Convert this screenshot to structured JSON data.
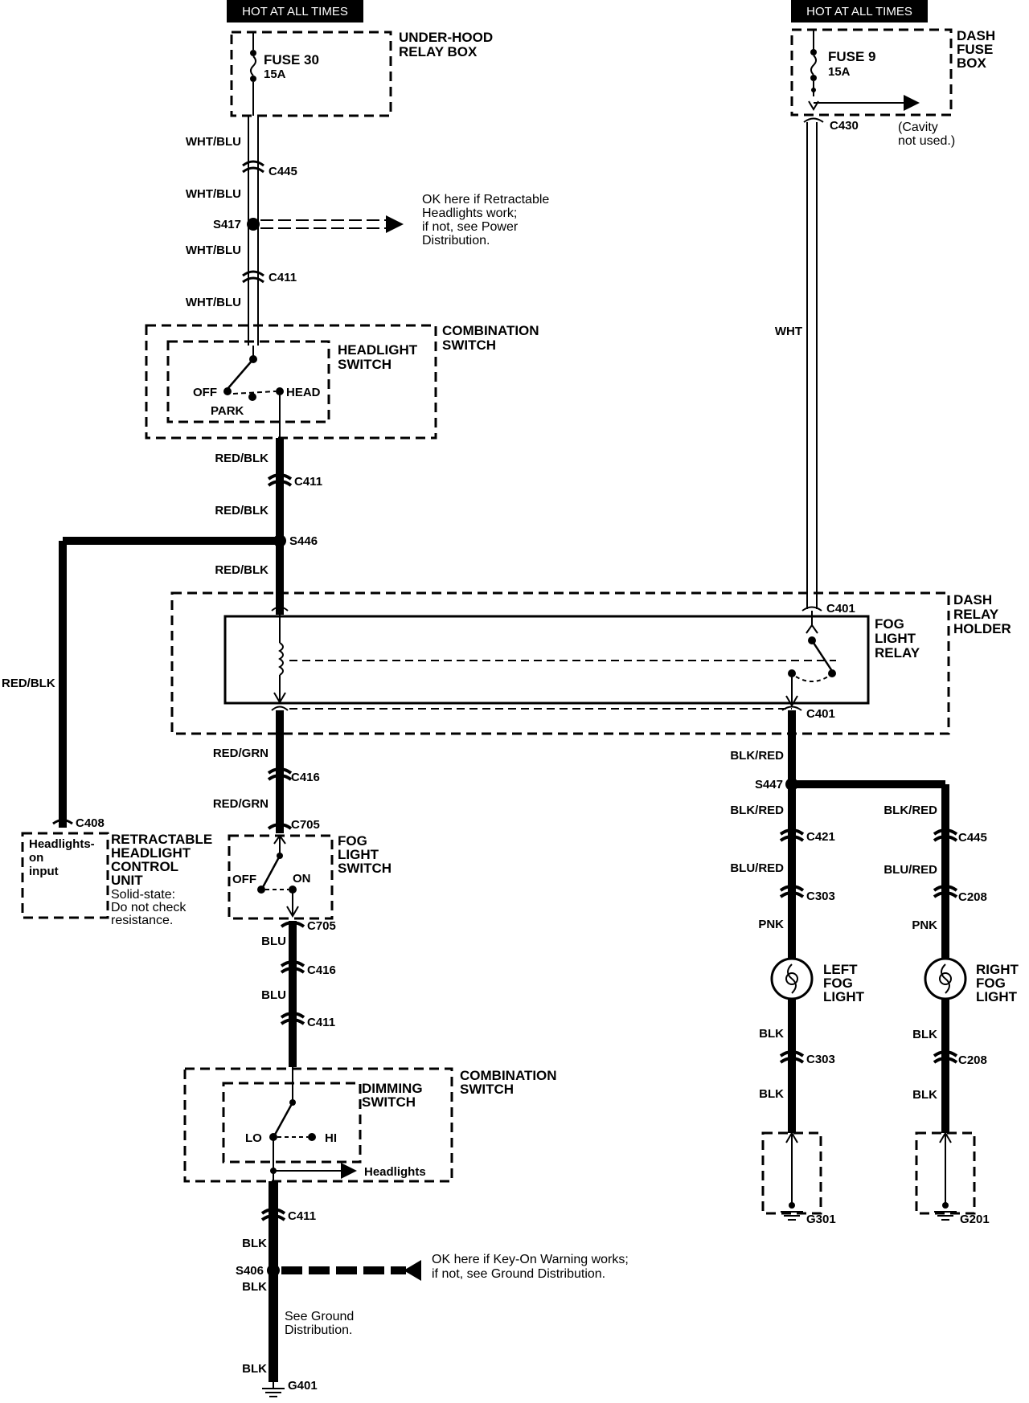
{
  "title_badges": [
    "HOT AT ALL TIMES",
    "HOT AT ALL TIMES"
  ],
  "fuses": {
    "fuse30": {
      "name": "FUSE 30",
      "rating": "15A"
    },
    "fuse9": {
      "name": "FUSE 9",
      "rating": "15A"
    }
  },
  "components": {
    "under_hood_relay_box": [
      "UNDER-HOOD",
      "RELAY BOX"
    ],
    "dash_fuse_box": [
      "DASH",
      "FUSE",
      "BOX"
    ],
    "combination_switch_top": [
      "COMBINATION",
      "SWITCH"
    ],
    "headlight_switch": [
      "HEADLIGHT",
      "SWITCH"
    ],
    "dash_relay_holder": [
      "DASH",
      "RELAY",
      "HOLDER"
    ],
    "fog_light_relay": [
      "FOG",
      "LIGHT",
      "RELAY"
    ],
    "retractable_unit": [
      "RETRACTABLE",
      "HEADLIGHT",
      "CONTROL",
      "UNIT"
    ],
    "retractable_unit_note": [
      "Solid-state:",
      "Do not check",
      "resistance."
    ],
    "headlights_on_input": [
      "Headlights-",
      "on",
      "input"
    ],
    "fog_light_switch": [
      "FOG",
      "LIGHT",
      "SWITCH"
    ],
    "combination_switch_bottom": [
      "COMBINATION",
      "SWITCH"
    ],
    "dimming_switch": [
      "DIMMING",
      "SWITCH"
    ],
    "left_fog_light": [
      "LEFT",
      "FOG",
      "LIGHT"
    ],
    "right_fog_light": [
      "RIGHT",
      "FOG",
      "LIGHT"
    ]
  },
  "switch_positions": {
    "headlight": {
      "off": "OFF",
      "park": "PARK",
      "head": "HEAD"
    },
    "fog": {
      "off": "OFF",
      "on": "ON"
    },
    "dimming": {
      "lo": "LO",
      "hi": "HI"
    }
  },
  "notes": {
    "cavity": [
      "(Cavity",
      "not used.)"
    ],
    "retractable_ok": [
      "OK here if Retractable",
      "Headlights work;",
      "if not, see Power",
      "Distribution."
    ],
    "key_on_ok": [
      "OK here if Key-On Warning works;",
      "if not, see Ground Distribution."
    ],
    "see_ground": [
      "See Ground",
      "Distribution."
    ],
    "headlights": "Headlights"
  },
  "connectors": {
    "c445a": "C445",
    "s417": "S417",
    "c411a": "C411",
    "c411b": "C411",
    "s446": "S446",
    "c401a": "C401",
    "c401b": "C401",
    "c430": "C430",
    "c416a": "C416",
    "c705a": "C705",
    "c408": "C408",
    "c705b": "C705",
    "c416b": "C416",
    "c411c": "C411",
    "c411d": "C411",
    "s406": "S406",
    "g401": "G401",
    "s447": "S447",
    "c421": "C421",
    "c303a": "C303",
    "c303b": "C303",
    "g301": "G301",
    "c445b": "C445",
    "c208a": "C208",
    "c208b": "C208",
    "g201": "G201"
  },
  "wires": {
    "w1": "WHT/BLU",
    "w2": "WHT/BLU",
    "w3": "WHT/BLU",
    "w4": "WHT/BLU",
    "r1": "RED/BLK",
    "r2": "RED/BLK",
    "r3": "RED/BLK",
    "r4": "RED/BLK",
    "g1": "RED/GRN",
    "g2": "RED/GRN",
    "b1": "BLU",
    "b2": "BLU",
    "k1": "BLK",
    "k2": "BLK",
    "k3": "BLK",
    "wht": "WHT",
    "br1": "BLK/RED",
    "br2": "BLK/RED",
    "br3": "BLK/RED",
    "bl1": "BLU/RED",
    "bl2": "BLU/RED",
    "p1": "PNK",
    "p2": "PNK",
    "lk1": "BLK",
    "lk2": "BLK",
    "rk1": "BLK",
    "rk2": "BLK"
  }
}
